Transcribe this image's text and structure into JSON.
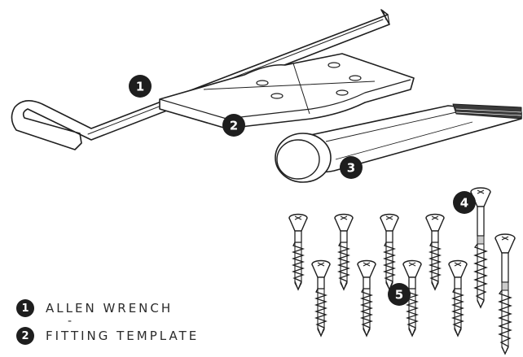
{
  "callouts": [
    {
      "number": "1"
    },
    {
      "number": "2"
    },
    {
      "number": "3"
    },
    {
      "number": "4"
    },
    {
      "number": "5"
    }
  ],
  "legend": {
    "items": [
      {
        "number": "1",
        "label": "ALLEN WRENCH"
      },
      {
        "number": "2",
        "label": "FITTING TEMPLATE"
      }
    ],
    "separator": "-"
  },
  "colors": {
    "line": "#1f1f1f",
    "badge": "#1e1e1e",
    "badge_text": "#ffffff",
    "legend_text": "#2b2b2b"
  }
}
